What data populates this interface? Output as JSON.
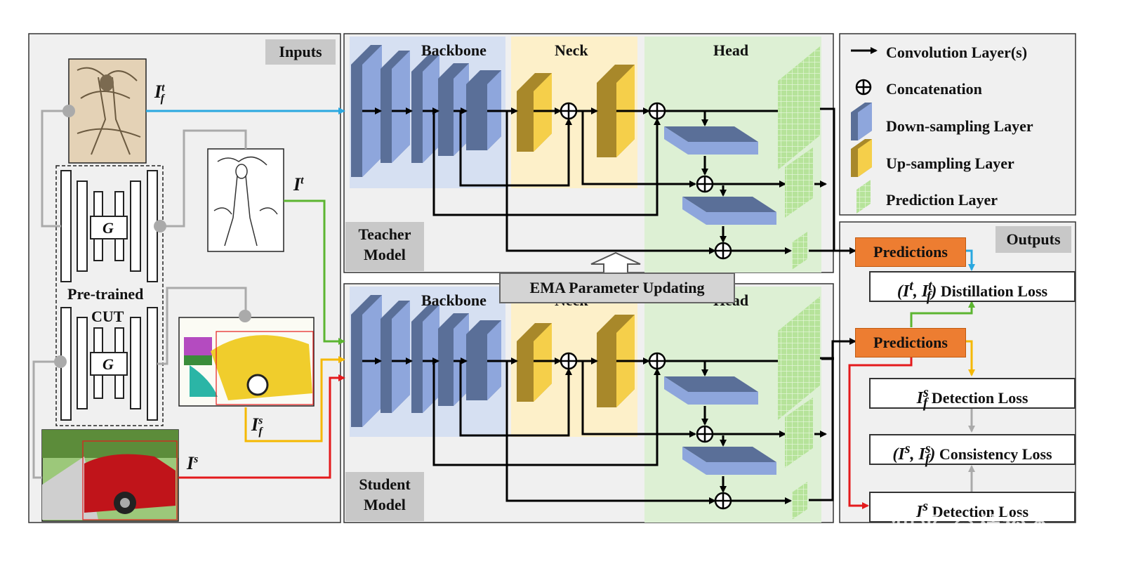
{
  "panels": {
    "inputs_title": "Inputs",
    "outputs_title": "Outputs",
    "teacher_label": "Teacher\nModel",
    "student_label": "Student\nModel",
    "pretrained_label": "Pre-trained",
    "cut_label": "CUT",
    "generator_label": "G"
  },
  "sections": {
    "teacher": {
      "backbone": "Backbone",
      "neck": "Neck",
      "head": "Head"
    },
    "student": {
      "backbone": "Backbone",
      "neck": "Neck",
      "head": "Head"
    }
  },
  "ema_label": "EMA Parameter Updating",
  "legend": [
    {
      "icon": "arrow-icon",
      "label": "Convolution Layer(s)"
    },
    {
      "icon": "concat-icon",
      "label": "Concatenation"
    },
    {
      "icon": "down-sampling-icon",
      "label": "Down-sampling Layer"
    },
    {
      "icon": "up-sampling-icon",
      "label": "Up-sampling Layer"
    },
    {
      "icon": "prediction-icon",
      "label": "Prediction Layer"
    }
  ],
  "outputs": {
    "teacher_prediction": "Predictions",
    "student_prediction": "Predictions",
    "distillation_loss": "Distillation Loss",
    "detection_loss_f": "Detection Loss",
    "consistency_loss": "Consistency Loss",
    "detection_loss_s": "Detection Loss"
  },
  "math": {
    "I": "I",
    "t": "t",
    "s": "s",
    "f": "f"
  },
  "watermark": "知乎 @杜松杰",
  "colors": {
    "blue_line": "#2aa8e0",
    "green_line": "#5cb531",
    "yellow_line": "#f5b800",
    "red_line": "#e41a1c",
    "gray_line": "#aaaaaa",
    "down_sampling": "#7f96c8",
    "up_sampling": "#c8a640",
    "prediction": "#a8dc8a",
    "predictions_box": "#ed7d31"
  }
}
